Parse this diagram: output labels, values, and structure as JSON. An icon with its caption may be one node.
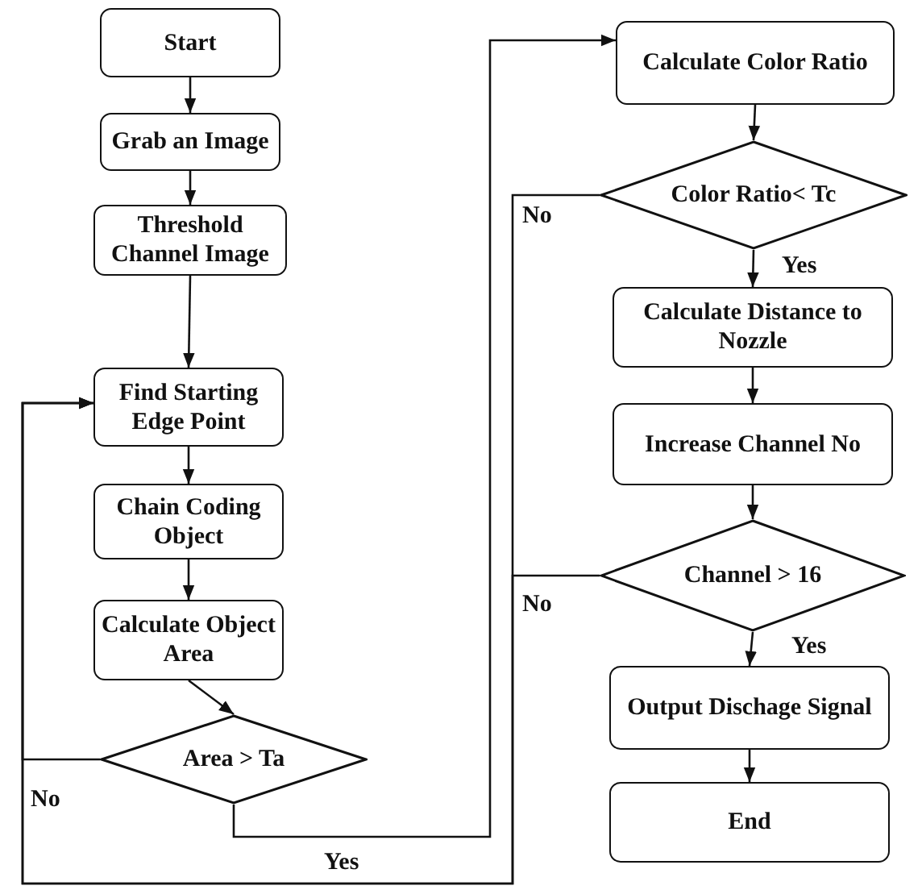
{
  "diagram": {
    "nodes": [
      {
        "text": [
          "Start"
        ]
      },
      {
        "text": [
          "Grab an Image"
        ]
      },
      {
        "text": [
          "Threshold Channel Image"
        ]
      },
      {
        "text": [
          "Find Starting Edge Point"
        ]
      },
      {
        "text": [
          "Chain Coding Object"
        ]
      },
      {
        "text": [
          "Calculate Object Area"
        ]
      },
      {
        "text": [
          "Area > Ta"
        ]
      },
      {
        "text": [
          "Calculate Color Ratio"
        ]
      },
      {
        "text": [
          "Color Ratio< Tc"
        ]
      },
      {
        "text": [
          "Calculate Distance to Nozzle"
        ]
      },
      {
        "text": [
          "Increase Channel No"
        ]
      },
      {
        "text": [
          "Channel > 16"
        ]
      },
      {
        "text": [
          "Output Dischage Signal"
        ]
      },
      {
        "text": [
          "End"
        ]
      }
    ],
    "edges": [
      {
        "from": 0,
        "to": 1,
        "arrow": "to"
      },
      {
        "from": 1,
        "to": 2,
        "arrow": "to"
      },
      {
        "from": 2,
        "to": 3,
        "arrow": "to"
      },
      {
        "from": 3,
        "to": 4,
        "arrow": "to"
      },
      {
        "from": 4,
        "to": 5,
        "arrow": "to"
      },
      {
        "from": 5,
        "to": 6,
        "arrow": "to"
      },
      {
        "from": 6,
        "to": 3,
        "arrow": "to",
        "label": "No"
      },
      {
        "from": 6,
        "to": 7,
        "arrow": "to",
        "label": "Yes"
      },
      {
        "from": 7,
        "to": 8,
        "arrow": "to"
      },
      {
        "from": 8,
        "to": 3,
        "arrow": "to",
        "label": "No"
      },
      {
        "from": 8,
        "to": 9,
        "arrow": "to",
        "label": "Yes"
      },
      {
        "from": 9,
        "to": 10,
        "arrow": "to"
      },
      {
        "from": 10,
        "to": 11,
        "arrow": "to"
      },
      {
        "from": 11,
        "to": 3,
        "arrow": "to",
        "label": "No"
      },
      {
        "from": 11,
        "to": 12,
        "arrow": "to",
        "label": "Yes"
      },
      {
        "from": 12,
        "to": 13,
        "arrow": "to"
      }
    ]
  }
}
